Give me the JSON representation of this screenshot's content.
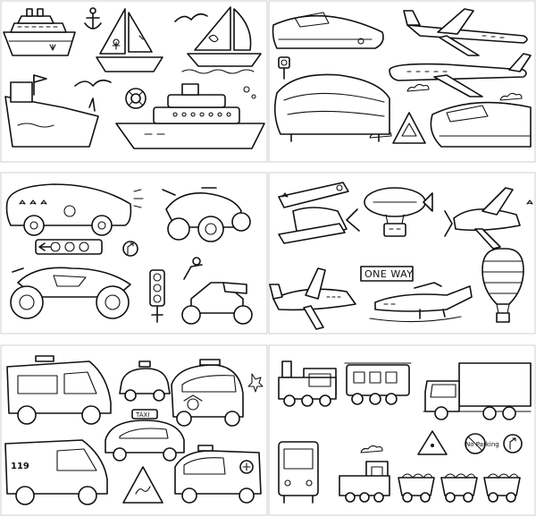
{
  "labels": {
    "one_way": "ONE WAY",
    "taxi": "TAXI",
    "ambulance_number": "119",
    "no_parking": "No Parking"
  },
  "colors": {
    "line": "#111111",
    "paper": "#ffffff",
    "panel_border": "#cccccc"
  }
}
